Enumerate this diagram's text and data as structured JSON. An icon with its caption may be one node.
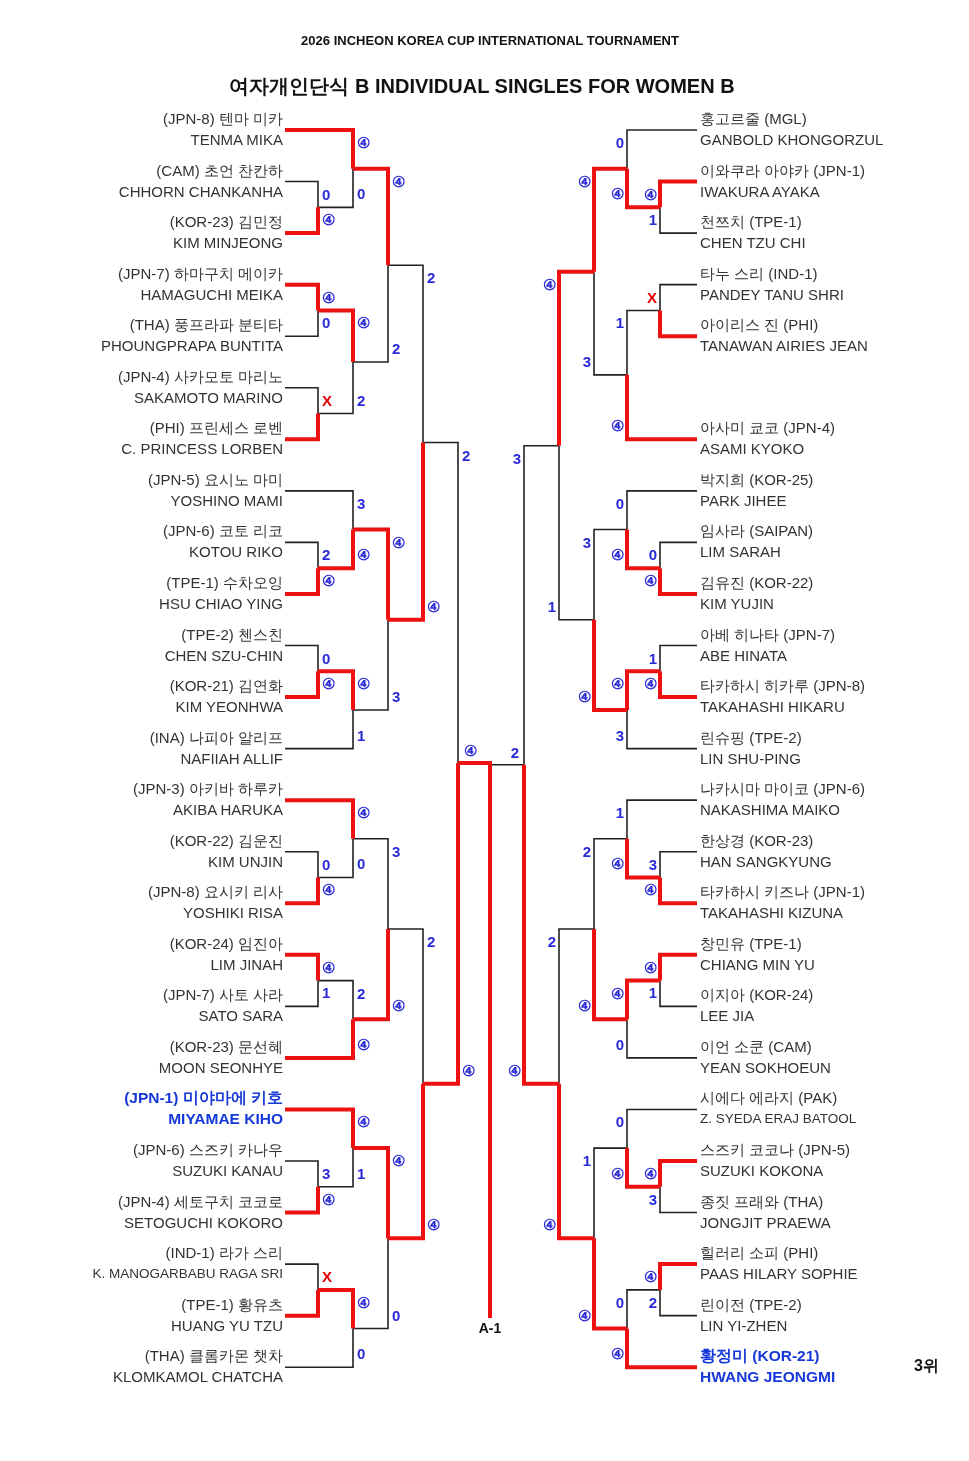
{
  "diagram": {
    "title": "여자개인단식 B INDIVIDUAL SINGLES FOR WOMEN B",
    "nodes": [
      {
        "text": [
          "(JPN-8) 텐마 미카",
          "TENMA MIKA"
        ]
      },
      {
        "text": [
          "(CAM) 초언 찬칸하",
          "CHHORN CHANKANHA"
        ]
      },
      {
        "text": [
          "(KOR-23) 김민정",
          "KIM MINJEONG"
        ]
      },
      {
        "text": [
          "(JPN-7) 하마구치 메이카",
          "HAMAGUCHI MEIKA"
        ]
      },
      {
        "text": [
          "(THA) 풍프라파 분티타",
          "PHOUNGPRAPA BUNTITA"
        ]
      },
      {
        "text": [
          "(JPN-4) 사카모토 마리노",
          "SAKAMOTO MARINO"
        ]
      },
      {
        "text": [
          "(PHI) 프린세스 로벤",
          "C. PRINCESS LORBEN"
        ]
      },
      {
        "text": [
          "(JPN-5) 요시노 마미",
          "YOSHINO MAMI"
        ]
      },
      {
        "text": [
          "(JPN-6) 코토 리코",
          "KOTOU RIKO"
        ]
      },
      {
        "text": [
          "(TPE-1) 수차오잉",
          "HSU CHIAO YING"
        ]
      },
      {
        "text": [
          "(TPE-2) 첸스친",
          "CHEN SZU-CHIN"
        ]
      },
      {
        "text": [
          "(KOR-21) 김연화",
          "KIM YEONHWA"
        ]
      },
      {
        "text": [
          "(INA) 나피아 알리프",
          "NAFIIAH ALLIF"
        ]
      },
      {
        "text": [
          "(JPN-3) 아키바 하루카",
          "AKIBA HARUKA"
        ]
      },
      {
        "text": [
          "(KOR-22) 김운진",
          "KIM UNJIN"
        ]
      },
      {
        "text": [
          "(JPN-8) 요시키 리사",
          "YOSHIKI RISA"
        ]
      },
      {
        "text": [
          "(KOR-24) 임진아",
          "LIM JINAH"
        ]
      },
      {
        "text": [
          "(JPN-7) 사토 사라",
          "SATO SARA"
        ]
      },
      {
        "text": [
          "(KOR-23) 문선혜",
          "MOON SEONHYE"
        ]
      },
      {
        "text": [
          "(JPN-1) 미야마에 키호",
          "MIYAMAE KIHO"
        ]
      },
      {
        "text": [
          "(JPN-6) 스즈키 카나우",
          "SUZUKI KANAU"
        ]
      },
      {
        "text": [
          "(JPN-4) 세토구치 코코로",
          "SETOGUCHI KOKORO"
        ]
      },
      {
        "text": [
          "(IND-1) 라가 스리",
          "K. MANOGARBABU RAGA SRI"
        ]
      },
      {
        "text": [
          "(TPE-1) 황유츠",
          "HUANG YU TZU"
        ]
      },
      {
        "text": [
          "(THA) 클롬카몬 챗차",
          "KLOMKAMOL CHATCHA"
        ]
      },
      {
        "text": [
          "홍고르줄 (MGL)",
          "GANBOLD KHONGORZUL"
        ]
      },
      {
        "text": [
          "이와쿠라 아야카 (JPN-1)",
          "IWAKURA AYAKA"
        ]
      },
      {
        "text": [
          "천쯔치 (TPE-1)",
          "CHEN TZU CHI"
        ]
      },
      {
        "text": [
          "타누 스리 (IND-1)",
          "PANDEY TANU SHRI"
        ]
      },
      {
        "text": [
          "아이리스 진 (PHI)",
          "TANAWAN AIRIES JEAN"
        ]
      },
      {
        "text": [
          "아사미 쿄코 (JPN-4)",
          "ASAMI KYOKO"
        ]
      },
      {
        "text": [
          "박지희 (KOR-25)",
          "PARK JIHEE"
        ]
      },
      {
        "text": [
          "임사라 (SAIPAN)",
          "LIM SARAH"
        ]
      },
      {
        "text": [
          "김유진 (KOR-22)",
          "KIM YUJIN"
        ]
      },
      {
        "text": [
          "아베 히나타 (JPN-7)",
          "ABE HINATA"
        ]
      },
      {
        "text": [
          "타카하시 히카루 (JPN-8)",
          "TAKAHASHI HIKARU"
        ]
      },
      {
        "text": [
          "린슈핑 (TPE-2)",
          "LIN SHU-PING"
        ]
      },
      {
        "text": [
          "나카시마 마이코 (JPN-6)",
          "NAKASHIMA MAIKO"
        ]
      },
      {
        "text": [
          "한상경 (KOR-23)",
          "HAN SANGKYUNG"
        ]
      },
      {
        "text": [
          "타카하시 키즈나 (JPN-1)",
          "TAKAHASHI KIZUNA"
        ]
      },
      {
        "text": [
          "창민유 (TPE-1)",
          "CHIANG MIN YU"
        ]
      },
      {
        "text": [
          "이지아 (KOR-24)",
          "LEE JIA"
        ]
      },
      {
        "text": [
          "이언 소쿤 (CAM)",
          "YEAN SOKHOEUN"
        ]
      },
      {
        "text": [
          "시에다 에라지 (PAK)",
          "Z. SYEDA ERAJ BATOOL"
        ]
      },
      {
        "text": [
          "스즈키 코코나 (JPN-5)",
          "SUZUKI KOKONA"
        ]
      },
      {
        "text": [
          "종짓 프래와 (THA)",
          "JONGJIT PRAEWA"
        ]
      },
      {
        "text": [
          "힐러리 소피 (PHI)",
          "PAAS HILARY SOPHIE"
        ]
      },
      {
        "text": [
          "린이전 (TPE-2)",
          "LIN YI-ZHEN"
        ]
      },
      {
        "text": [
          "황정미 (KOR-21)",
          "HWANG JEONGMI"
        ]
      }
    ],
    "labels": [
      "2026 INCHEON KOREA CUP INTERNATIONAL TOURNAMENT",
      "0",
      "④",
      "④",
      "0",
      "④",
      "0",
      "X",
      "④",
      "2",
      "④",
      "2",
      "2",
      "④",
      "3",
      "④",
      "0",
      "④",
      "④",
      "1",
      "④",
      "3",
      "2",
      "④",
      "0",
      "④",
      "④",
      "0",
      "④",
      "1",
      "2",
      "④",
      "3",
      "④",
      "3",
      "④",
      "④",
      "1",
      "X",
      "④",
      "0",
      "④",
      "0",
      "2",
      "④",
      "2",
      "④",
      "④",
      "1",
      "0",
      "④",
      "X",
      "1",
      "④",
      "④",
      "3",
      "0",
      "④",
      "0",
      "④",
      "1",
      "④",
      "④",
      "3",
      "3",
      "④",
      "④",
      "1",
      "3",
      "④",
      "1",
      "④",
      "④",
      "1",
      "④",
      "0",
      "2",
      "④",
      "④",
      "3",
      "0",
      "④",
      "④",
      "2",
      "0",
      "④",
      "1",
      "④",
      "2",
      "④",
      "3",
      "④",
      "④",
      "2",
      "A-1",
      "3위"
    ]
  }
}
